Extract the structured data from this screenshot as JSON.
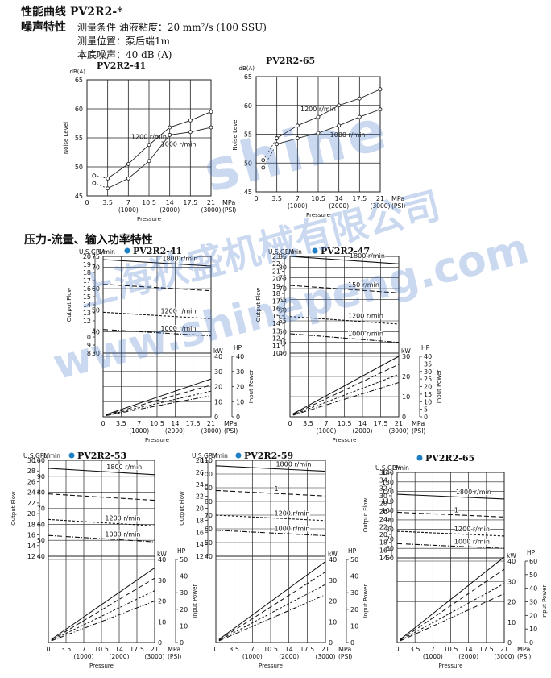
{
  "header": {
    "title": "性能曲线 PV2R2-*",
    "noise_section": "噪声特性",
    "cond1": "测量条件 油液粘度：20 mm²/s (100 SSU)",
    "cond2": "测量位置：泵后端1m",
    "cond3": "本底噪声：40 dB (A)",
    "flow_section": "压力-流量、输入功率特性"
  },
  "watermark": {
    "line1": "shine",
    "line2": "上海狄盛机械有限公司",
    "line3": "www.shinepeng.com"
  },
  "axis_text": {
    "pressure": "Pressure",
    "mpa": "MPa",
    "psi": "(PSI)",
    "db": "dB(A)",
    "noise_level": "Noise Level",
    "usgpm": "U.S.GPM",
    "lmin": "L/min",
    "output_flow": "Output Flow",
    "input_power": "Input Power",
    "kw": "kW",
    "hp": "HP"
  },
  "colors": {
    "legend_marker": "#1e7fc2",
    "watermark": "#4678c8"
  },
  "chart_data": [
    {
      "id": "noise-41",
      "type": "line",
      "title": "PV2R2-41",
      "xlabel": "Pressure",
      "ylabel": "Noise Level",
      "x_ticks": [
        0,
        3.5,
        7,
        10.5,
        14,
        17.5,
        21
      ],
      "x_tick_labels": [
        "0",
        "3.5",
        "7",
        "10.5",
        "14",
        "17.5",
        "21"
      ],
      "psi_ticks": [
        {
          "x": 7,
          "label": "(1000)"
        },
        {
          "x": 14,
          "label": "(2000)"
        },
        {
          "x": 21,
          "label": "(3000)"
        }
      ],
      "ylim": [
        45,
        65
      ],
      "y_ticks": [
        45,
        50,
        55,
        60,
        65
      ],
      "series": [
        {
          "name": "1200 r/min",
          "x": [
            1.2,
            3.5,
            7,
            10.5,
            14,
            17.5,
            21
          ],
          "y": [
            48.5,
            48,
            50.5,
            53.8,
            56.8,
            58,
            59.5
          ]
        },
        {
          "name": "1000 r/min",
          "x": [
            1.2,
            3.5,
            7,
            10.5,
            14,
            17.5,
            21
          ],
          "y": [
            47.2,
            46.3,
            48,
            51,
            55.5,
            56,
            56.8
          ]
        }
      ]
    },
    {
      "id": "noise-65",
      "type": "line",
      "title": "PV2R2-65",
      "xlabel": "Pressure",
      "ylabel": "Noise Level",
      "x_ticks": [
        0,
        3.5,
        7,
        10.5,
        14,
        17.5,
        21
      ],
      "x_tick_labels": [
        "0",
        "3.5",
        "7",
        "10.5",
        "14",
        "17.5",
        "21"
      ],
      "psi_ticks": [
        {
          "x": 7,
          "label": "(1000)"
        },
        {
          "x": 14,
          "label": "(2000)"
        },
        {
          "x": 21,
          "label": "(3000)"
        }
      ],
      "ylim": [
        45,
        65
      ],
      "y_ticks": [
        45,
        50,
        55,
        60,
        65
      ],
      "series": [
        {
          "name": "1200 r/min",
          "x": [
            1.2,
            3.5,
            7,
            10.5,
            14,
            17.5,
            21
          ],
          "y": [
            50.5,
            54.3,
            56.5,
            58,
            60,
            61.2,
            62.8
          ]
        },
        {
          "name": "1000 r/min",
          "x": [
            1.2,
            3.5,
            7,
            10.5,
            14,
            17.5,
            21
          ],
          "y": [
            49.2,
            53.3,
            54.3,
            55.2,
            56.5,
            58,
            59.3
          ]
        }
      ]
    },
    {
      "id": "flow-41",
      "type": "line",
      "title": "PV2R2-41",
      "x_ticks": [
        0,
        3.5,
        7,
        10.5,
        14,
        17.5,
        21
      ],
      "x_tick_labels": [
        "0",
        "3.5",
        "7",
        "10.5",
        "14",
        "17.5",
        "21"
      ],
      "psi_ticks": [
        {
          "x": 7,
          "label": "(1000)"
        },
        {
          "x": 14,
          "label": "(2000)"
        },
        {
          "x": 21,
          "label": "(3000)"
        }
      ],
      "flow_lim": [
        30,
        75
      ],
      "flow_ticks": [
        30,
        40,
        50,
        60,
        70,
        75
      ],
      "gpm_ticks": [
        8,
        9,
        10,
        11,
        12,
        13,
        14,
        15,
        16,
        17,
        18,
        19,
        20
      ],
      "kw_lim": [
        0,
        40
      ],
      "kw_ticks": [
        0,
        10,
        20,
        30,
        40
      ],
      "hp_ticks": [
        0,
        10,
        20,
        30,
        40
      ],
      "flow_series": [
        {
          "name": "1800 r/min",
          "y": [
            73.5,
            70.5
          ]
        },
        {
          "name": "",
          "y": [
            62,
            59
          ]
        },
        {
          "name": "1200 r/min",
          "y": [
            49,
            46
          ]
        },
        {
          "name": "1000 r/min",
          "y": [
            41,
            38
          ]
        }
      ],
      "power_series": [
        {
          "name": "1800 r/min",
          "y": [
            1.5,
            25
          ]
        },
        {
          "name": "",
          "y": [
            1.2,
            21
          ]
        },
        {
          "name": "1200 r/min",
          "y": [
            1,
            17
          ]
        },
        {
          "name": "1000 r/min",
          "y": [
            0.8,
            14
          ]
        }
      ]
    },
    {
      "id": "flow-47",
      "type": "line",
      "title": "PV2R2-47",
      "x_ticks": [
        0,
        3.5,
        7,
        10.5,
        14,
        17.5,
        21
      ],
      "x_tick_labels": [
        "0",
        "3.5",
        "7",
        "10.5",
        "14",
        "17.5",
        "21"
      ],
      "psi_ticks": [
        {
          "x": 7,
          "label": "(1000)"
        },
        {
          "x": 14,
          "label": "(2000)"
        },
        {
          "x": 21,
          "label": "(3000)"
        }
      ],
      "flow_lim": [
        40,
        85
      ],
      "flow_ticks": [
        40,
        45,
        50,
        55,
        60,
        65,
        70,
        75,
        80,
        85
      ],
      "gpm_ticks": [
        10,
        11,
        12,
        13,
        14,
        15,
        16,
        17,
        18,
        19,
        20,
        21,
        22,
        23
      ],
      "kw_lim": [
        0,
        30
      ],
      "kw_ticks": [
        0,
        10,
        20,
        30
      ],
      "hp_ticks": [
        0,
        5,
        10,
        15,
        20,
        25,
        30,
        35,
        40
      ],
      "flow_series": [
        {
          "name": "1800 r/min",
          "y": [
            85,
            81.5
          ]
        },
        {
          "name": "150  r/min",
          "y": [
            71.5,
            68
          ]
        },
        {
          "name": "1200 r/min",
          "y": [
            57,
            53.5
          ]
        },
        {
          "name": "1000 r/min",
          "y": [
            49,
            45
          ]
        }
      ],
      "power_series": [
        {
          "name": "1800 r/min",
          "y": [
            1.5,
            30
          ]
        },
        {
          "name": "",
          "y": [
            1.2,
            26
          ]
        },
        {
          "name": "1200 r/min",
          "y": [
            1,
            21
          ]
        },
        {
          "name": "1000 r/min",
          "y": [
            0.8,
            17
          ]
        }
      ]
    },
    {
      "id": "flow-53",
      "type": "line",
      "title": "PV2R2-53",
      "x_ticks": [
        0,
        3.5,
        7,
        10.5,
        14,
        17.5,
        21
      ],
      "x_tick_labels": [
        "0",
        "3.5",
        "7",
        "10.5",
        "14",
        "17.5",
        "21"
      ],
      "psi_ticks": [
        {
          "x": 7,
          "label": "(1000)"
        },
        {
          "x": 14,
          "label": "(2000)"
        },
        {
          "x": 21,
          "label": "(3000)"
        }
      ],
      "flow_lim": [
        40,
        100
      ],
      "flow_ticks": [
        40,
        50,
        60,
        70,
        80,
        90,
        100
      ],
      "gpm_ticks": [
        12,
        14,
        16,
        18,
        20,
        22,
        24,
        26,
        28,
        30
      ],
      "kw_lim": [
        0,
        40
      ],
      "kw_ticks": [
        0,
        10,
        20,
        30,
        40
      ],
      "hp_ticks": [
        0,
        10,
        20,
        30,
        40,
        50
      ],
      "flow_series": [
        {
          "name": "1800 r/min",
          "y": [
            95,
            91
          ]
        },
        {
          "name": "",
          "y": [
            79,
            75
          ]
        },
        {
          "name": "1200 r/min",
          "y": [
            63,
            59
          ]
        },
        {
          "name": "1000 r/min",
          "y": [
            53,
            49
          ]
        }
      ],
      "power_series": [
        {
          "name": "1800 r/min",
          "y": [
            1.5,
            36
          ]
        },
        {
          "name": "",
          "y": [
            1.2,
            31
          ]
        },
        {
          "name": "1200 r/min",
          "y": [
            1,
            25
          ]
        },
        {
          "name": "1000 r/min",
          "y": [
            0.8,
            20
          ]
        }
      ]
    },
    {
      "id": "flow-59",
      "type": "line",
      "title": "PV2R2-59",
      "x_ticks": [
        0,
        3.5,
        7,
        10.5,
        14,
        17.5,
        21
      ],
      "x_tick_labels": [
        "0",
        "3.5",
        "7",
        "10.5",
        "14",
        "17.5",
        "21"
      ],
      "psi_ticks": [
        {
          "x": 7,
          "label": "(1000)"
        },
        {
          "x": 14,
          "label": "(2000)"
        },
        {
          "x": 21,
          "label": "(3000)"
        }
      ],
      "flow_lim": [
        40,
        110
      ],
      "flow_ticks": [
        40,
        50,
        60,
        70,
        80,
        90,
        100,
        110
      ],
      "gpm_ticks": [
        12,
        14,
        16,
        18,
        20,
        22,
        24,
        26,
        28
      ],
      "kw_lim": [
        0,
        40
      ],
      "kw_ticks": [
        0,
        10,
        20,
        30,
        40
      ],
      "hp_ticks": [
        0,
        10,
        20,
        30,
        40,
        50
      ],
      "flow_series": [
        {
          "name": "1800 r/min",
          "y": [
            106,
            102
          ]
        },
        {
          "name": "1",
          "y": [
            88,
            84
          ]
        },
        {
          "name": "1200 r/min",
          "y": [
            70,
            66
          ]
        },
        {
          "name": "1000 r/min",
          "y": [
            59,
            55
          ]
        }
      ],
      "power_series": [
        {
          "name": "1800 r/min",
          "y": [
            1.5,
            39
          ]
        },
        {
          "name": "",
          "y": [
            1.2,
            34
          ]
        },
        {
          "name": "1200 r/min",
          "y": [
            1,
            28
          ]
        },
        {
          "name": "1000 r/min",
          "y": [
            0.8,
            23
          ]
        }
      ]
    },
    {
      "id": "flow-65",
      "type": "line",
      "title": "PV2R2-65",
      "x_ticks": [
        0,
        3.5,
        7,
        10.5,
        14,
        17.5,
        21
      ],
      "x_tick_labels": [
        "0",
        "3.5",
        "7",
        "10.5",
        "14",
        "17.5",
        "21"
      ],
      "psi_ticks": [
        {
          "x": 7,
          "label": "(1000)"
        },
        {
          "x": 14,
          "label": "(2000)"
        },
        {
          "x": 21,
          "label": "(3000)"
        }
      ],
      "flow_lim": [
        50,
        140
      ],
      "flow_ticks": [
        50,
        60,
        70,
        80,
        90,
        100,
        110,
        120,
        130,
        140
      ],
      "gpm_ticks": [
        14,
        16,
        18,
        20,
        22,
        24,
        26,
        28,
        30,
        32,
        34,
        36
      ],
      "kw_lim": [
        0,
        40
      ],
      "kw_ticks": [
        0,
        10,
        20,
        30,
        40
      ],
      "hp_ticks": [
        0,
        10,
        20,
        30,
        40,
        50,
        60
      ],
      "flow_series": [
        {
          "name": "1800 r/min",
          "y": [
            117,
            112
          ]
        },
        {
          "name": "1",
          "y": [
            98,
            93
          ]
        },
        {
          "name": "1200 r/min",
          "y": [
            78,
            73
          ]
        },
        {
          "name": "1000 r/min",
          "y": [
            65,
            60
          ]
        }
      ],
      "power_series": [
        {
          "name": "1800 r/min",
          "y": [
            1.5,
            42
          ]
        },
        {
          "name": "",
          "y": [
            1.2,
            36
          ]
        },
        {
          "name": "1200 r/min",
          "y": [
            1,
            29
          ]
        },
        {
          "name": "1000 r/min",
          "y": [
            0.8,
            24
          ]
        }
      ]
    }
  ]
}
